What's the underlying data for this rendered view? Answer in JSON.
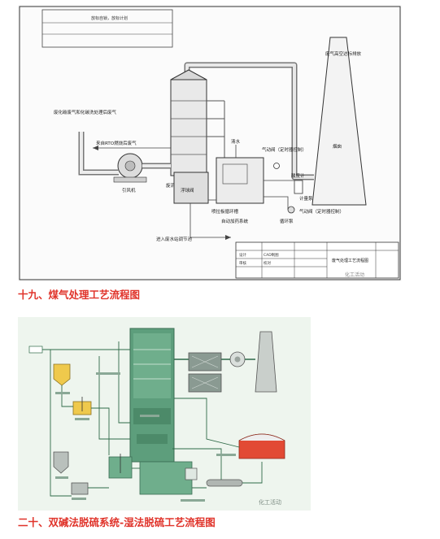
{
  "captions": {
    "fig19": "十九、煤气处理工艺流程图",
    "fig20": "二十、双碱法脱硫系统-湿法脱硫工艺流程图"
  },
  "fig19": {
    "top_note": "放标自锁，放标计划",
    "chimney_label": "废气高空达标排放",
    "incoming_label": "废化碳废气和化碳洗处理后废气",
    "fan_label": "引风机",
    "rto_label": "来自RTO燃烧后废气",
    "tower_label": "旋流板碱洗塔",
    "float_valve": "浮球阀",
    "water_inlet": "清水",
    "pneumatic_valve_1": "气动阀（定时器控制）",
    "ph_meter": "酸度计",
    "dosing_pump": "计量泵",
    "circ_tank": "循环泵",
    "pneumatic_valve_2": "气动阀（定时器控制）",
    "spray_tank": "喷拉板循环槽",
    "auto_dosing": "自动加药系统",
    "chimney": "烟囱",
    "wastewater_out": "进入废水站调节池",
    "titleblock_title": "废气处理工艺流程图",
    "titleblock_cells": [
      "设计",
      "审核",
      "CAD制图",
      "校对"
    ],
    "watermark": "化工活动"
  },
  "fig20": {
    "watermark": "化工活动"
  }
}
